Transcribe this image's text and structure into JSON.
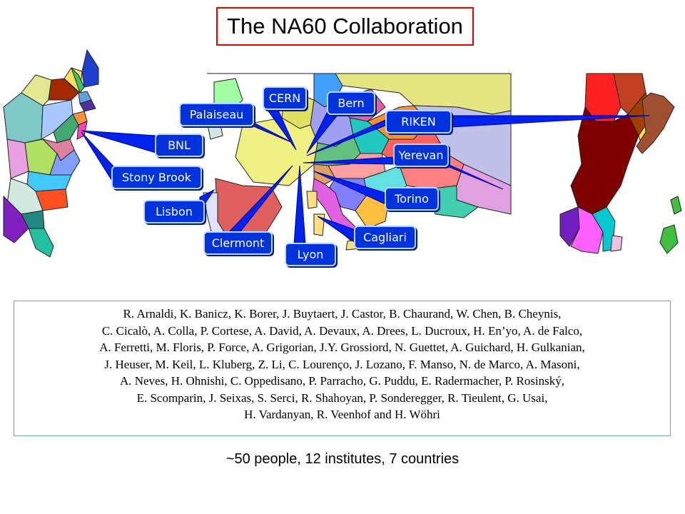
{
  "title": "The NA60 Collaboration",
  "institutes": {
    "palaiseau": "Palaiseau",
    "cern": "CERN",
    "bern": "Bern",
    "riken": "RIKEN",
    "bnl": "BNL",
    "yerevan": "Yerevan",
    "stony_brook": "Stony Brook",
    "torino": "Torino",
    "lisbon": "Lisbon",
    "cagliari": "Cagliari",
    "clermont": "Clermont",
    "lyon": "Lyon"
  },
  "colors": {
    "title_border": "#e00000",
    "label_fill": "#0033dd",
    "label_text": "#ffffff",
    "pointer": "#0022ee",
    "names_border": "#6ca6d8"
  },
  "icons": [
    "usa-east-map",
    "europe-map",
    "east-asia-map"
  ],
  "names_lines": [
    "R. Arnaldi, K. Banicz, K. Borer, J. Buytaert, J. Castor, B. Chaurand, W. Chen, B. Cheynis,",
    "C. Cicalò, A. Colla, P. Cortese, A. David, A. Devaux, A. Drees, L. Ducroux, H. En’yo, A. de Falco,",
    "A. Ferretti, M. Floris, P. Force, A. Grigorian, J.Y. Grossiord, N. Guettet, A. Guichard, H. Gulkanian,",
    "J. Heuser, M. Keil, L. Kluberg, Z. Li, C. Lourenço, J. Lozano, F. Manso, N. de Marco, A. Masoni,",
    "A. Neves, H. Ohnishi, C. Oppedisano, P. Parracho, G. Puddu, E. Radermacher, P. Rosinský,",
    "E. Scomparin, J. Seixas, S. Serci, R. Shahoyan, P. Sonderegger, R. Tieulent, G. Usai,",
    "H. Vardanyan, R. Veenhof and H. Wöhri"
  ],
  "summary": "~50 people, 12 institutes, 7 countries"
}
